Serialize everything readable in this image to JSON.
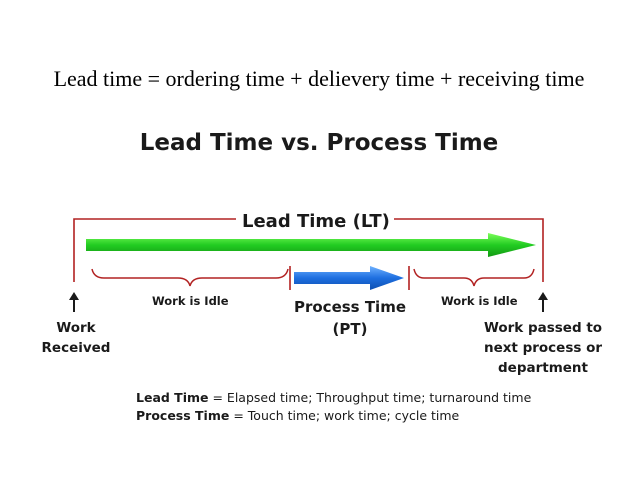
{
  "heading": "Lead time = ordering time + delievery time + receiving time",
  "diagram": {
    "title": "Lead Time vs. Process Time",
    "lead_time_label": "Lead Time (LT)",
    "idle_left": "Work is Idle",
    "idle_right": "Work is Idle",
    "process_time_line1": "Process Time",
    "process_time_line2": "(PT)",
    "work_received_line1": "Work",
    "work_received_line2": "Received",
    "work_passed_line1": "Work passed to",
    "work_passed_line2": "next process or",
    "work_passed_line3": "department",
    "colors": {
      "lead_time_bracket": "#b22222",
      "lead_time_arrow": "#22cc22",
      "process_time_arrow": "#1e6fe0",
      "brace": "#b22222"
    }
  },
  "definitions": {
    "lead_term": "Lead Time",
    "lead_text": " = Elapsed time; Throughput time; turnaround time",
    "process_term": "Process Time",
    "process_text": " = Touch time; work time; cycle time"
  }
}
